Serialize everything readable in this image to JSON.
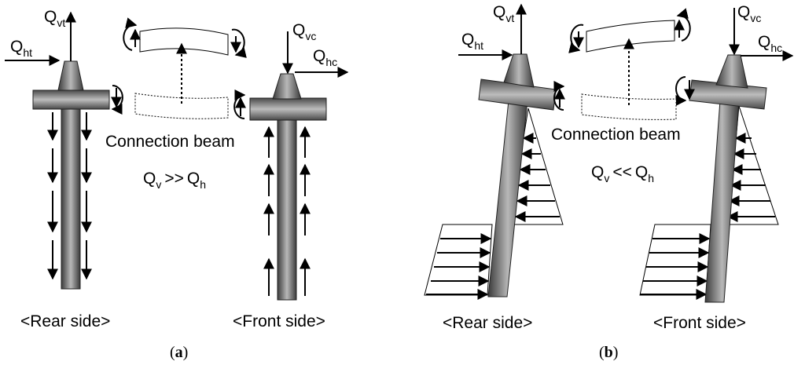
{
  "panel_a": {
    "caption": {
      "open": "(",
      "letter": "a",
      "close": ")"
    },
    "rear_label": "<Rear side>",
    "front_label": "<Front side>",
    "beam_label": "Connection beam",
    "relation": {
      "q": "Q",
      "v": "v",
      "op": ">>",
      "q2": "Q",
      "h": "h"
    },
    "loads": {
      "Qht": {
        "q": "Q",
        "sub": "ht"
      },
      "Qvt": {
        "q": "Q",
        "sub": "vt"
      },
      "Qvc": {
        "q": "Q",
        "sub": "vc"
      },
      "Qhc": {
        "q": "Q",
        "sub": "hc"
      }
    }
  },
  "panel_b": {
    "caption": {
      "open": "(",
      "letter": "b",
      "close": ")"
    },
    "rear_label": "<Rear side>",
    "front_label": "<Front side>",
    "beam_label": "Connection beam",
    "relation": {
      "q": "Q",
      "v": "v",
      "op": "<<",
      "q2": "Q",
      "h": "h"
    },
    "loads": {
      "Qht": {
        "q": "Q",
        "sub": "ht"
      },
      "Qvt": {
        "q": "Q",
        "sub": "vt"
      },
      "Qvc": {
        "q": "Q",
        "sub": "vc"
      },
      "Qhc": {
        "q": "Q",
        "sub": "hc"
      }
    }
  }
}
